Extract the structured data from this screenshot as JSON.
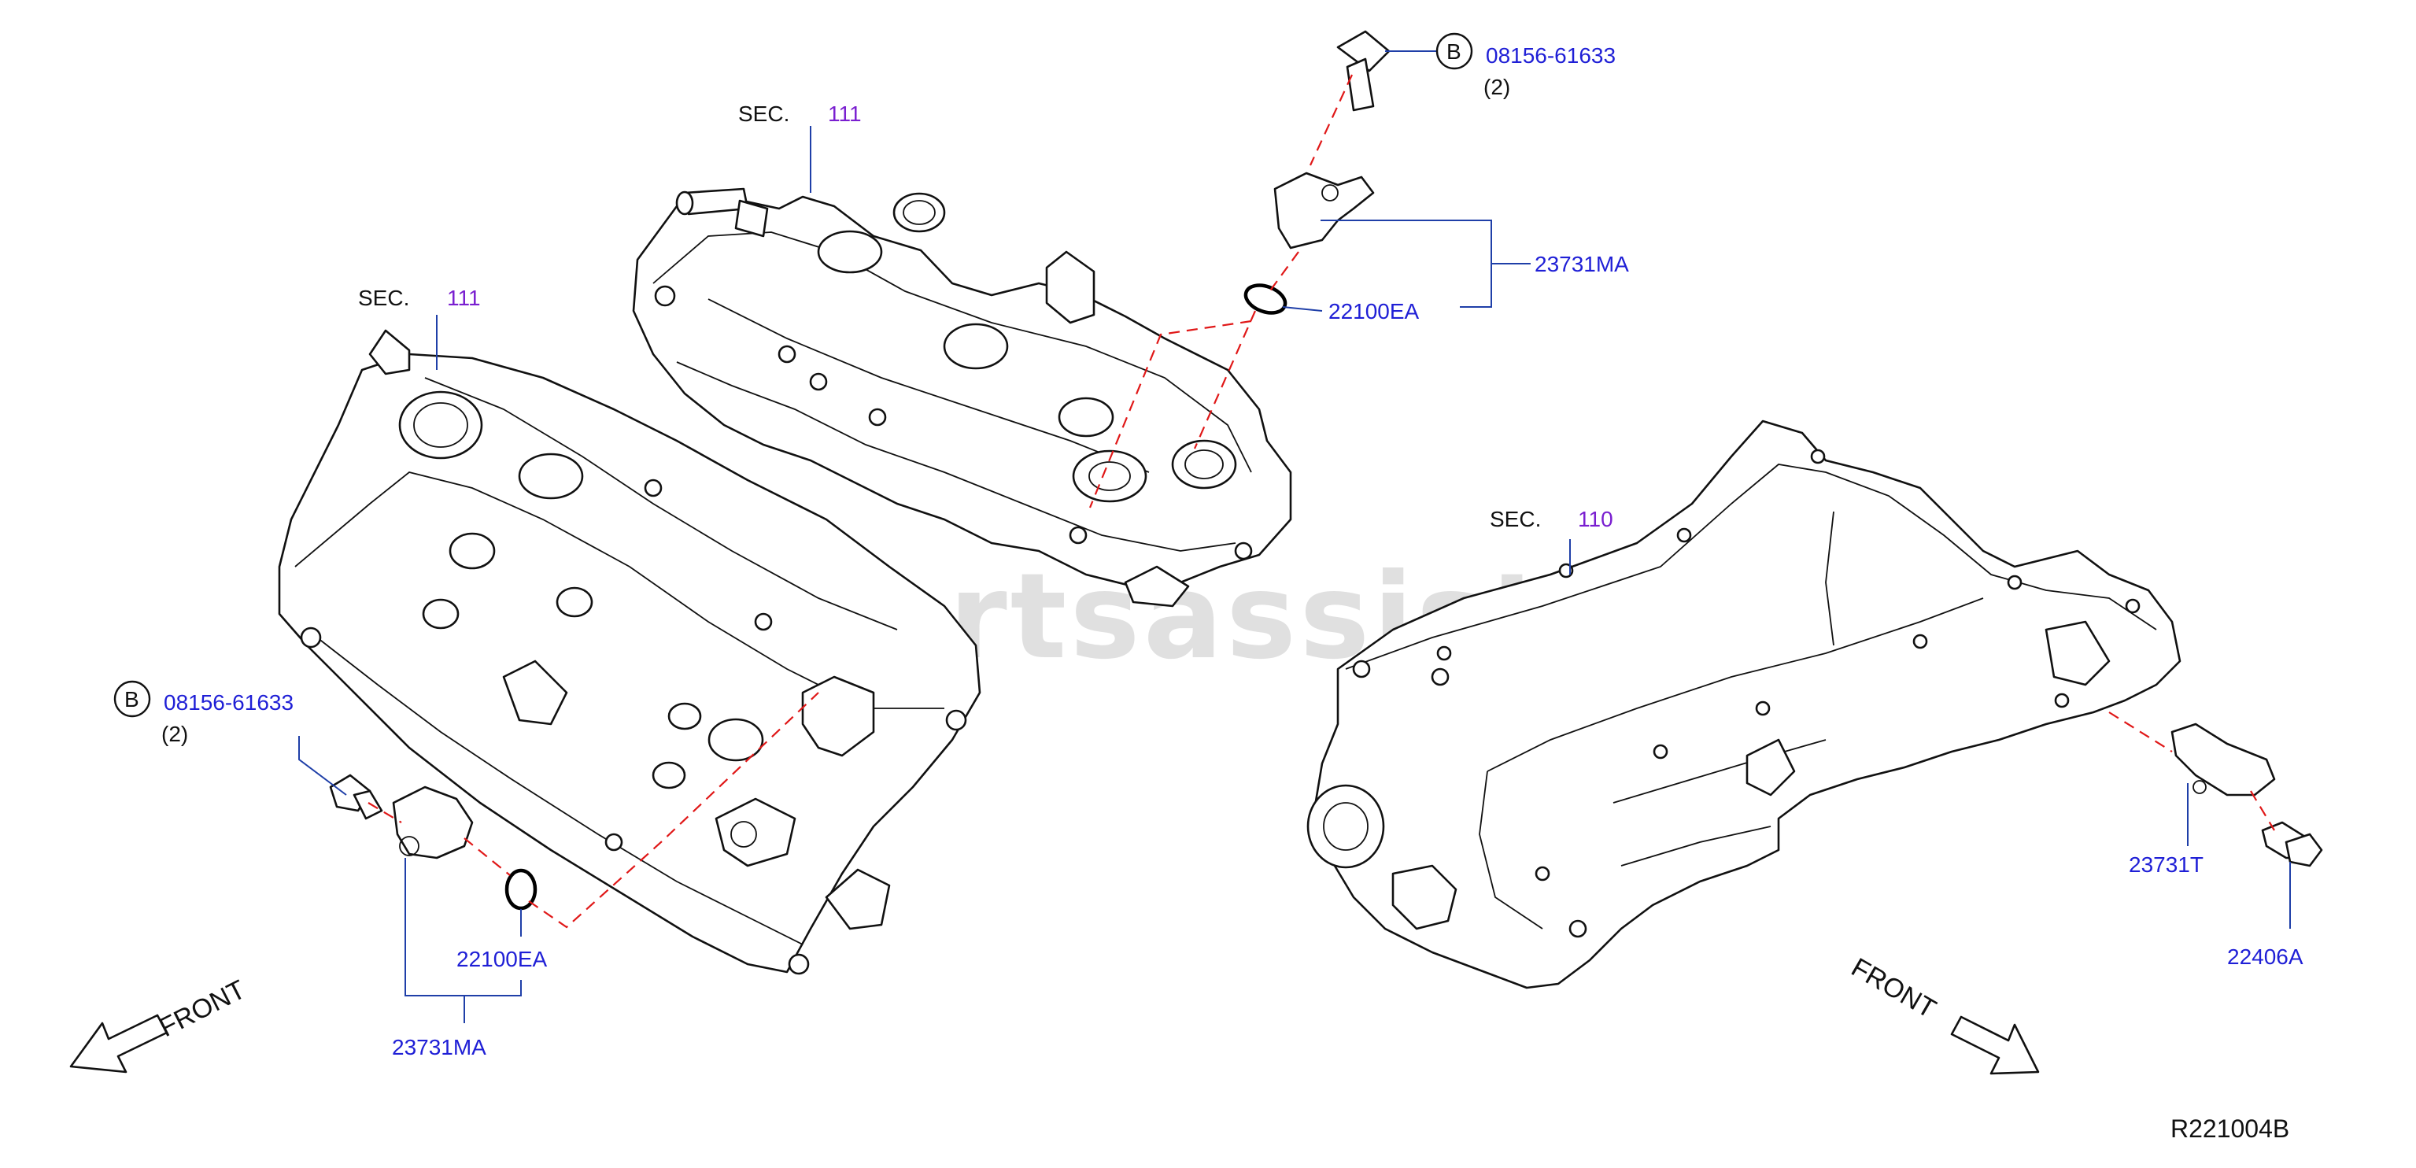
{
  "watermark": "www.partsassistant.com",
  "diagram_code": "R221004B",
  "sections": {
    "upper_right_cover": {
      "prefix": "SEC.",
      "number": "111"
    },
    "left_cover": {
      "prefix": "SEC.",
      "number": "111"
    },
    "lower_block": {
      "prefix": "SEC.",
      "number": "110"
    }
  },
  "callouts": {
    "top_bolt": {
      "badge": "B",
      "part_no": "08156-61633",
      "qty": "(2)"
    },
    "left_bolt": {
      "badge": "B",
      "part_no": "08156-61633",
      "qty": "(2)"
    },
    "top_oring": "22100EA",
    "top_sensor": "23731MA",
    "left_oring": "22100EA",
    "left_sensor": "23731MA",
    "crank_sensor": "23731T",
    "crank_bolt": "22406A"
  },
  "front_labels": {
    "left": "FRONT",
    "right": "FRONT"
  },
  "colors": {
    "part_number": "#1f1fd6",
    "section_number": "#7a1fd0",
    "leader": "#1f3fa8",
    "dashed_line": "#e01818"
  }
}
